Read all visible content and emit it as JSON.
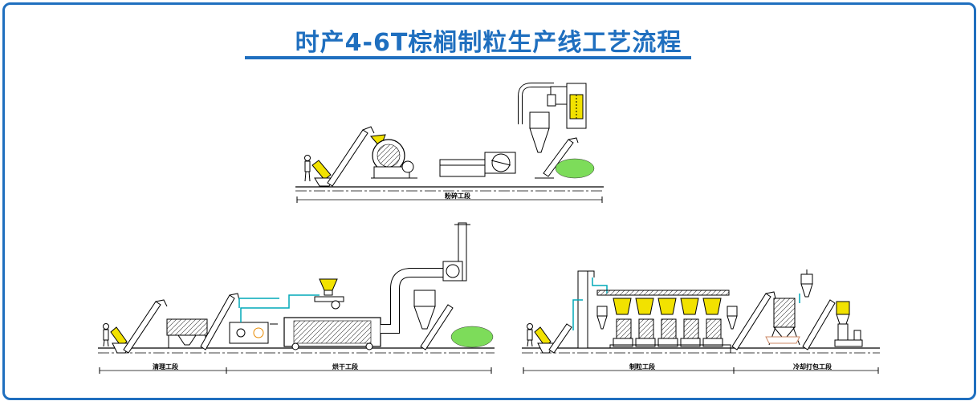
{
  "title": "时产4-6T棕榈制粒生产线工艺流程",
  "colors": {
    "frame": "#1f6fbf",
    "title": "#1f6fbf",
    "pipe": "#00a9b8",
    "pellets": "#7ddc5a",
    "worker": "#f2e200"
  },
  "sections": {
    "crushing": "粉碎工段",
    "cleaning": "清理工段",
    "drying": "烘干工段",
    "pelletizing": "制粒工段",
    "cooling_packing": "冷却打包工段"
  }
}
